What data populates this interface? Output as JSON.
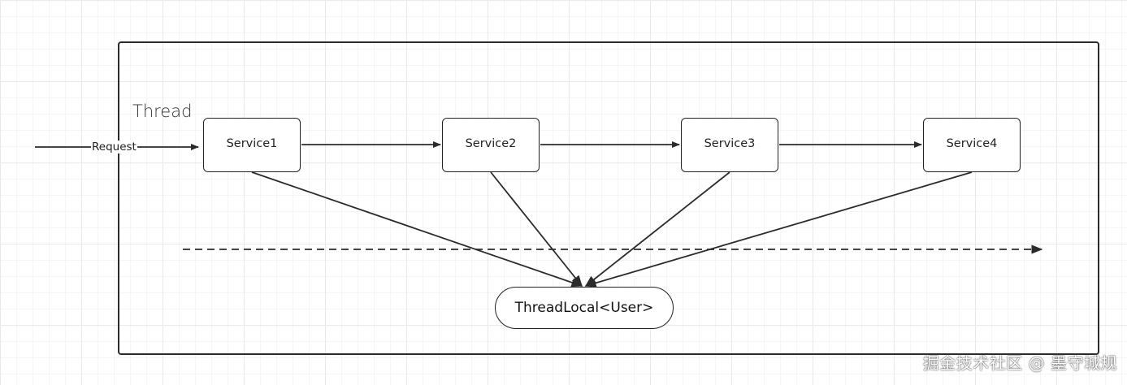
{
  "thread_label": "Thread",
  "request_label": "Request",
  "services": [
    "Service1",
    "Service2",
    "Service3",
    "Service4"
  ],
  "threadlocal_label": "ThreadLocal<User>",
  "watermark": "掘金技术社区 @ 墨守城规",
  "colors": {
    "stroke": "#2b2b2b",
    "grid": "#e9e9e9",
    "background": "#ffffff"
  }
}
